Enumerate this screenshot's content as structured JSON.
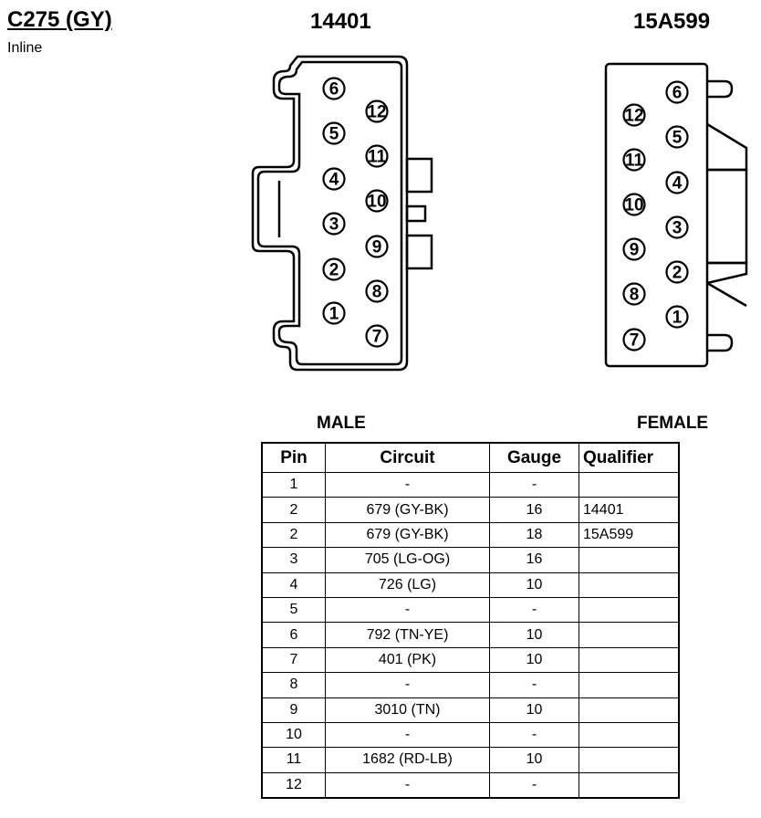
{
  "header": {
    "connector_title": "C275 (GY)",
    "location": "Inline"
  },
  "connectors": {
    "left_part": "14401",
    "right_part": "15A599",
    "left_gender": "MALE",
    "right_gender": "FEMALE",
    "left_pins": [
      "6",
      "12",
      "5",
      "11",
      "4",
      "10",
      "3",
      "9",
      "2",
      "8",
      "1",
      "7"
    ],
    "right_pins": [
      "6",
      "12",
      "5",
      "11",
      "4",
      "10",
      "3",
      "9",
      "2",
      "8",
      "1",
      "7"
    ]
  },
  "table": {
    "headers": [
      "Pin",
      "Circuit",
      "Gauge",
      "Qualifier"
    ],
    "rows": [
      [
        "1",
        "-",
        "-",
        ""
      ],
      [
        "2",
        "679 (GY-BK)",
        "16",
        "14401"
      ],
      [
        "2",
        "679 (GY-BK)",
        "18",
        "15A599"
      ],
      [
        "3",
        "705 (LG-OG)",
        "16",
        ""
      ],
      [
        "4",
        "726 (LG)",
        "10",
        ""
      ],
      [
        "5",
        "-",
        "-",
        ""
      ],
      [
        "6",
        "792 (TN-YE)",
        "10",
        ""
      ],
      [
        "7",
        "401 (PK)",
        "10",
        ""
      ],
      [
        "8",
        "-",
        "-",
        ""
      ],
      [
        "9",
        "3010 (TN)",
        "10",
        ""
      ],
      [
        "10",
        "-",
        "-",
        ""
      ],
      [
        "11",
        "1682 (RD-LB)",
        "10",
        ""
      ],
      [
        "12",
        "-",
        "-",
        ""
      ]
    ]
  }
}
